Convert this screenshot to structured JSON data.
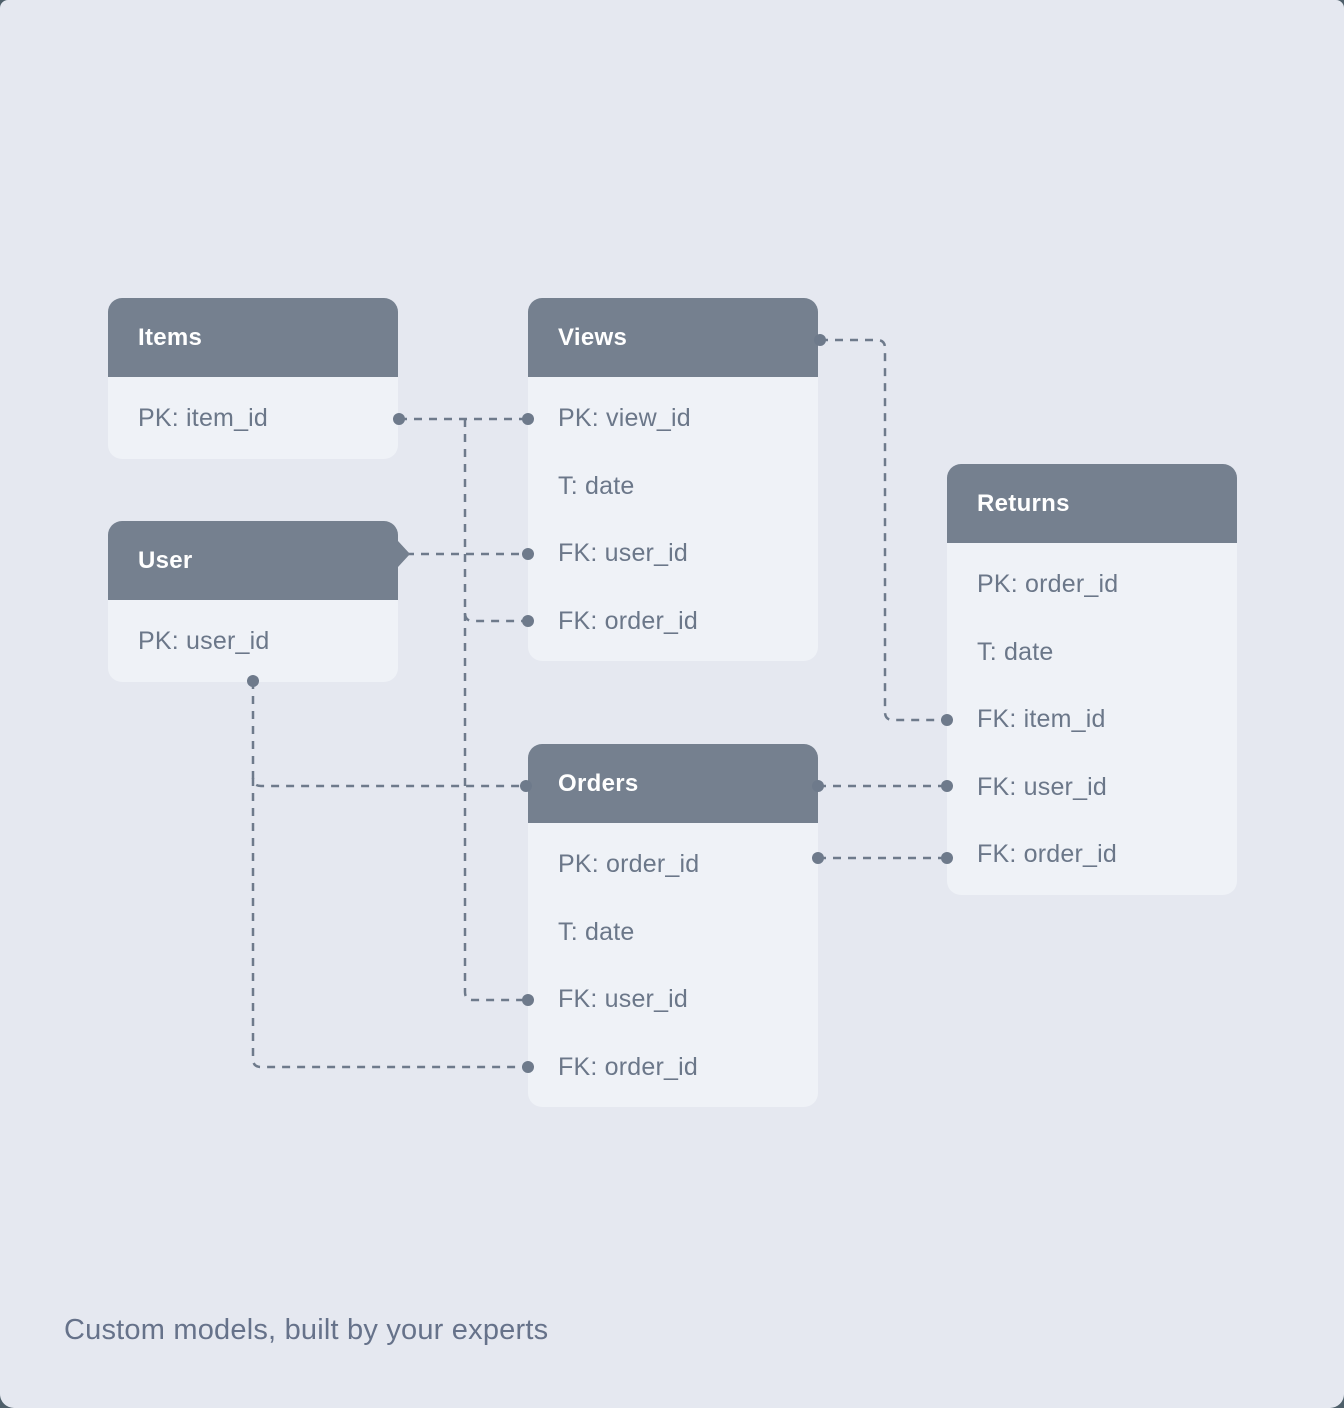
{
  "caption": "Custom models, built by your experts",
  "colors": {
    "bg-dark": "#4e5f6a",
    "canvas": "#e5e8f0",
    "card-body": "#eff2f7",
    "header": "#75808f",
    "header-text": "#ffffff",
    "row-text": "#6b7789",
    "connector": "#6e7a8b",
    "caption": "#66728a"
  },
  "tables": {
    "items": {
      "title": "Items",
      "rows": [
        "PK: item_id"
      ]
    },
    "user": {
      "title": "User",
      "rows": [
        "PK: user_id"
      ]
    },
    "views": {
      "title": "Views",
      "rows": [
        "PK: view_id",
        "T: date",
        "FK: user_id",
        "FK: order_id"
      ]
    },
    "orders": {
      "title": "Orders",
      "rows": [
        "PK: order_id",
        "T: date",
        "FK: user_id",
        "FK: order_id"
      ]
    },
    "returns": {
      "title": "Returns",
      "rows": [
        "PK: order_id",
        "T: date",
        "FK: item_id",
        "FK: user_id",
        "FK: order_id"
      ]
    }
  },
  "relationships": [
    {
      "from": "Items.item_id",
      "to": "Views.view_id"
    },
    {
      "from": "Items.item_id",
      "to": "Views.order_id"
    },
    {
      "from": "Items.item_id",
      "to": "Orders.user_id"
    },
    {
      "from": "User.user_id",
      "to": "Views.user_id"
    },
    {
      "from": "User.user_id",
      "to": "Orders"
    },
    {
      "from": "User.user_id",
      "to": "Orders.order_id"
    },
    {
      "from": "Views.view_id",
      "to": "Returns.item_id"
    },
    {
      "from": "Orders.order_id",
      "to": "Returns.user_id"
    },
    {
      "from": "Orders.order_id",
      "to": "Returns.order_id"
    }
  ]
}
